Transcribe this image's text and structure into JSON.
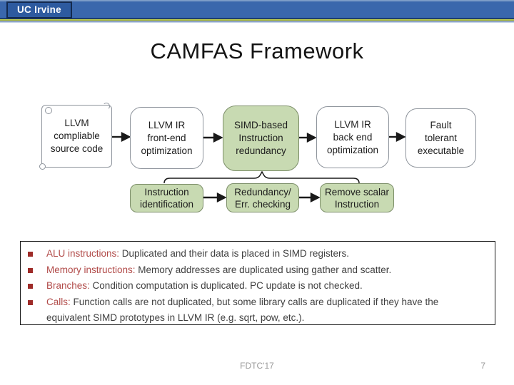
{
  "banner": {
    "logo_text": "UC Irvine",
    "colors": {
      "bar": "#3a67ac",
      "logo_bg": "#2d5a9f",
      "logo_border": "#13294e",
      "stripe_navy": "#1e3e6f",
      "stripe_yellow": "#c5d24e",
      "stripe_light": "#c3d3e8"
    }
  },
  "title": "CAMFAS Framework",
  "diagram": {
    "top_row": [
      {
        "label": "LLVM\ncompliable\nsource code",
        "shape": "scroll",
        "fill": "#ffffff"
      },
      {
        "label": "LLVM IR\nfront-end\noptimization",
        "shape": "rounded",
        "fill": "#ffffff"
      },
      {
        "label": "SIMD-based\nInstruction\nredundancy",
        "shape": "rounded",
        "fill": "#c8dab2"
      },
      {
        "label": "LLVM IR\nback end\noptimization",
        "shape": "rounded",
        "fill": "#ffffff"
      },
      {
        "label": "Fault\ntolerant\nexecutable",
        "shape": "rounded",
        "fill": "#ffffff"
      }
    ],
    "bottom_row": [
      {
        "label": "Instruction\nidentification",
        "fill": "#c8dab2"
      },
      {
        "label": "Redundancy/\nErr. checking",
        "fill": "#c8dab2"
      },
      {
        "label": "Remove scalar\nInstruction",
        "fill": "#c8dab2"
      }
    ],
    "green_fill": "#c8dab2",
    "green_border": "#7d8f6a",
    "box_border": "#8f959d",
    "arrow_color": "#1a1a1a"
  },
  "bullets": {
    "items": [
      {
        "lead": "ALU instructions:",
        "body": " Duplicated and their data is placed in SIMD registers."
      },
      {
        "lead": "Memory instructions:",
        "body": " Memory addresses are duplicated using gather and scatter."
      },
      {
        "lead": "Branches:",
        "body": " Condition computation is duplicated. PC update is not checked."
      },
      {
        "lead": "Calls:",
        "body": " Function calls are not duplicated, but some library calls are duplicated if they have the equivalent SIMD prototypes in LLVM IR (e.g. sqrt, pow, etc.)."
      }
    ],
    "lead_color": "#b14a48",
    "bullet_color": "#9e2b28",
    "body_color": "#3f3f3f"
  },
  "footer": {
    "conference": "FDTC'17",
    "page": "7",
    "color": "#9a9a9a"
  }
}
